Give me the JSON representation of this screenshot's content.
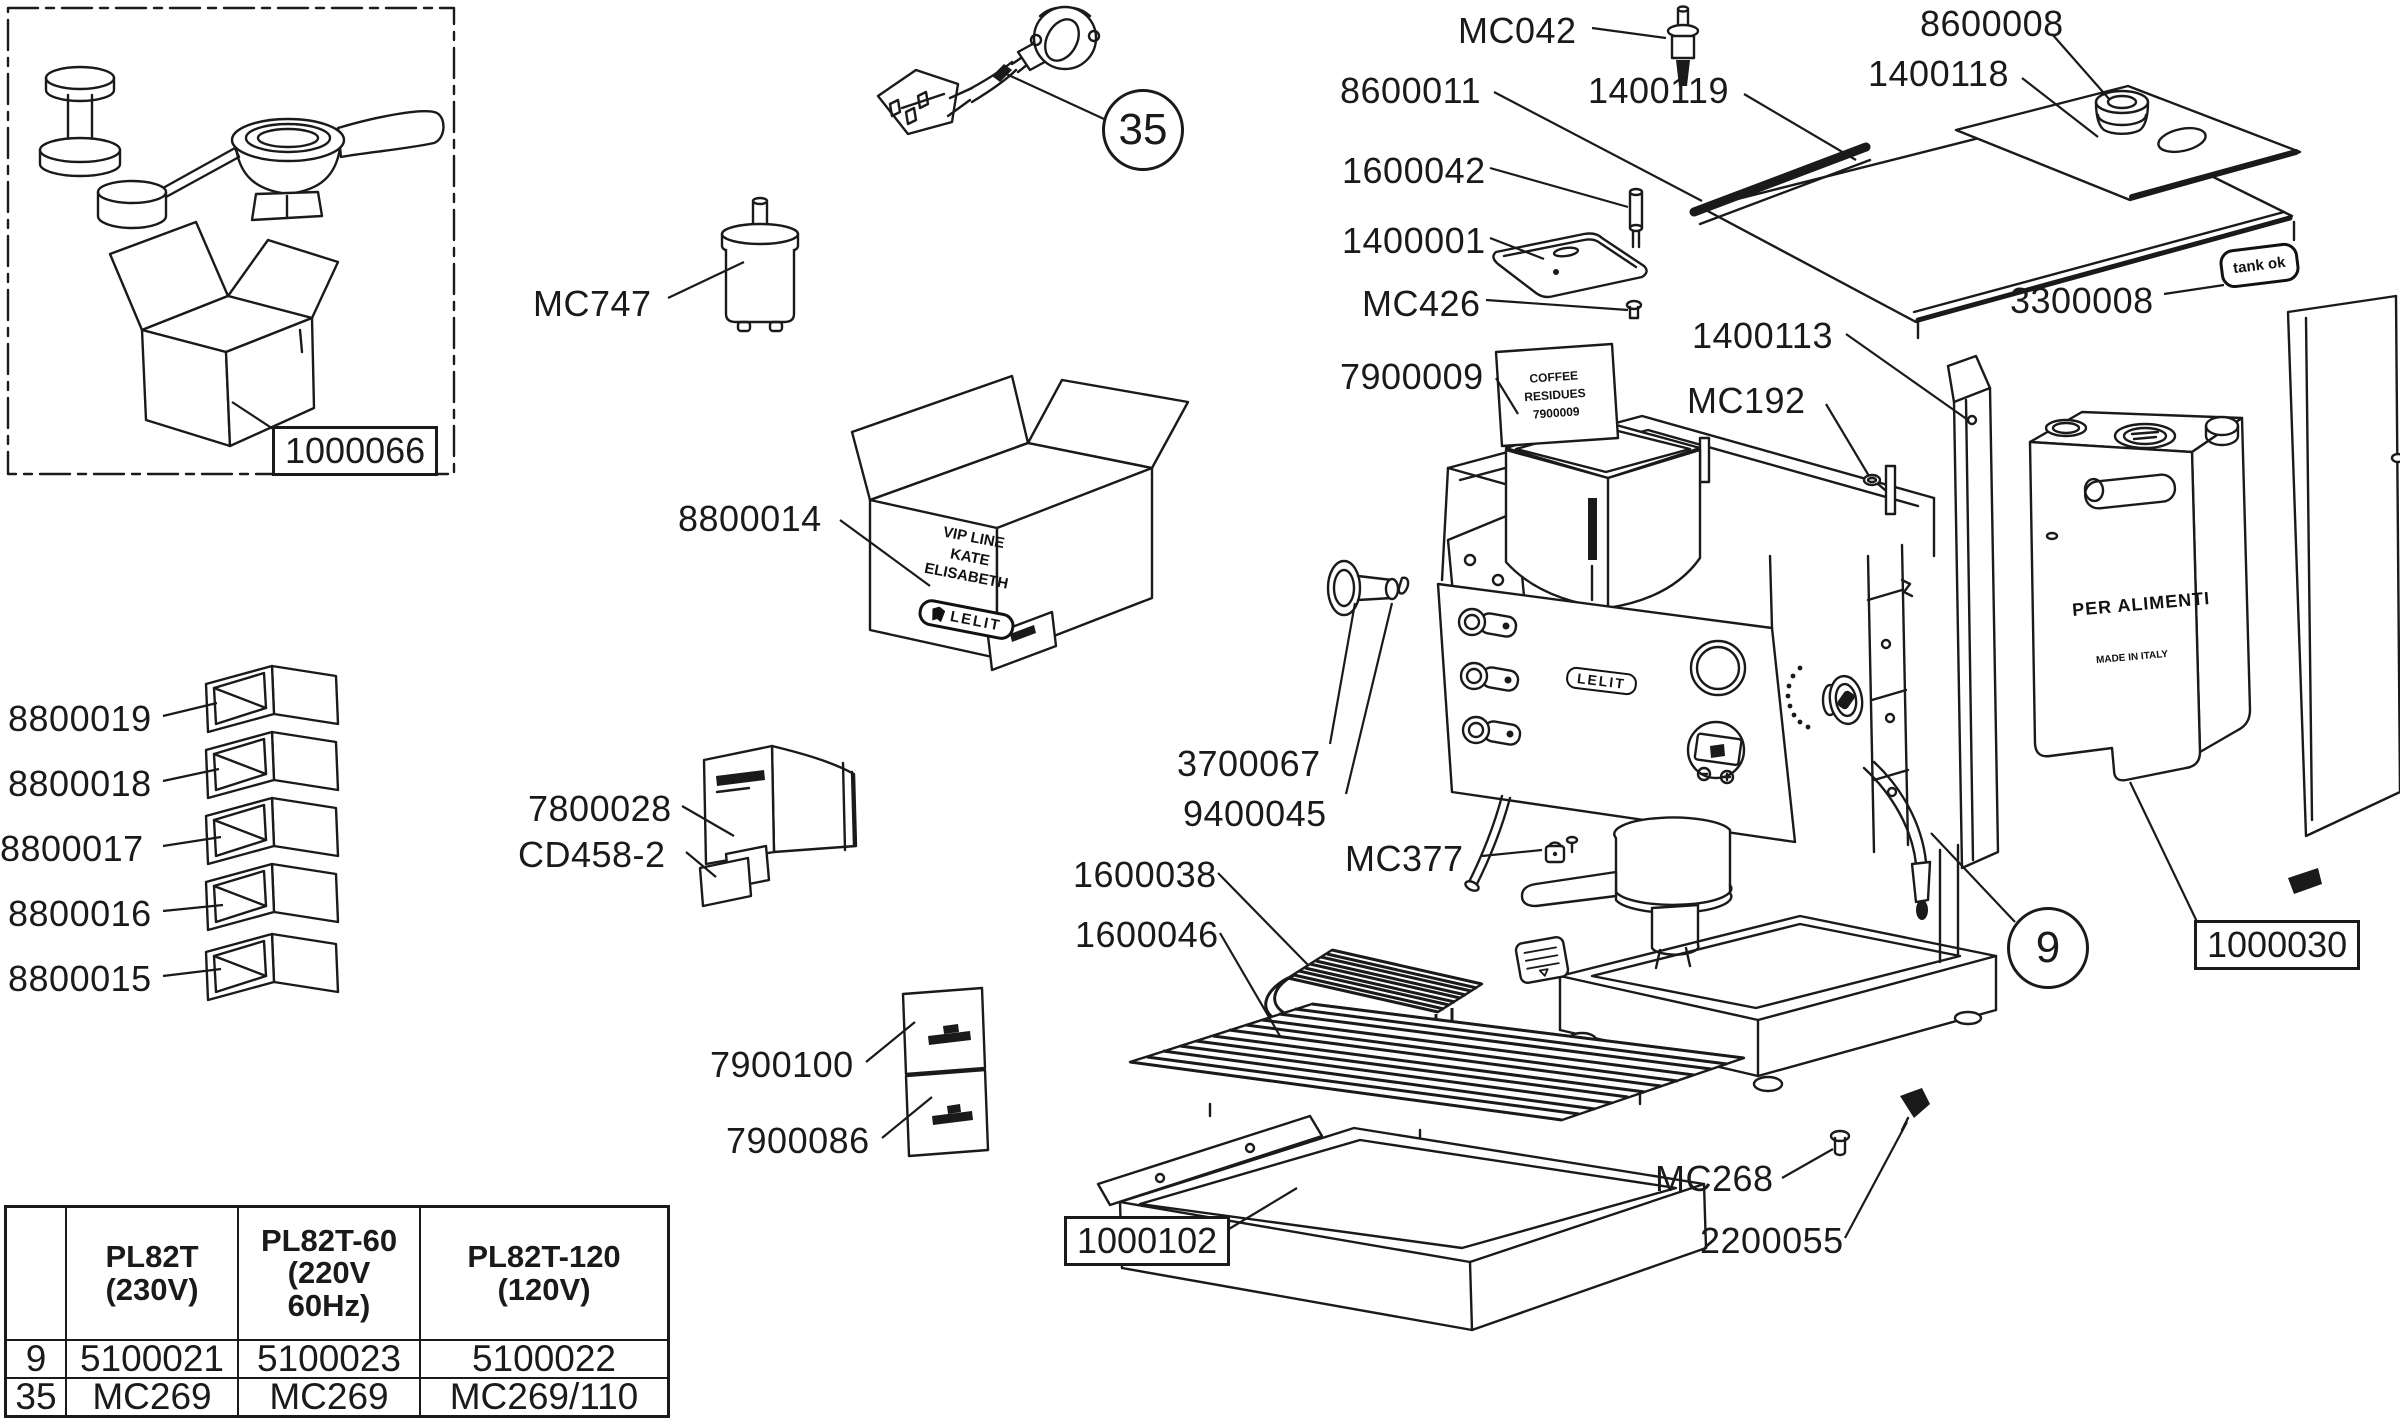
{
  "doc": {
    "type": "exploded parts diagram",
    "product": "Lelit PL82T espresso machine"
  },
  "labels": {
    "p1000066": "1000066",
    "p35": "35",
    "mc747": "MC747",
    "p8800014": "8800014",
    "p8800019": "8800019",
    "p8800018": "8800018",
    "p8800017": "8800017",
    "p8800016": "8800016",
    "p8800015": "8800015",
    "p7800028": "7800028",
    "cd458_2": "CD458-2",
    "p7900100": "7900100",
    "p7900086": "7900086",
    "mc042": "MC042",
    "p8600008": "8600008",
    "p8600011": "8600011",
    "p1400119": "1400119",
    "p1400118": "1400118",
    "p1600042": "1600042",
    "p1400001": "1400001",
    "mc426": "MC426",
    "p3300008": "3300008",
    "tank_ok": "tank ok",
    "p1400113": "1400113",
    "p7900009": "7900009",
    "mc192": "MC192",
    "coffee_card_line1": "COFFEE RESIDUES",
    "coffee_card_line2": "7900009",
    "p3700067": "3700067",
    "p9400045": "9400045",
    "mc377": "MC377",
    "p1600038": "1600038",
    "p1600046": "1600046",
    "p1000102": "1000102",
    "mc268": "MC268",
    "p2200055": "2200055",
    "p9": "9",
    "p1000030": "1000030",
    "per_alimenti": "PER ALIMENTI",
    "made_in_italy": "MADE IN ITALY",
    "vip_line": "VIP LINE",
    "kate": "KATE",
    "elisabeth": "ELISABETH",
    "lelit_box_logo": "LELIT",
    "lelit_panel_logo": "LELIT"
  },
  "table": {
    "col_headers": [
      "",
      "PL82T (230V)",
      "PL82T-60 (220V 60Hz)",
      "PL82T-120 (120V)"
    ],
    "rows": [
      {
        "ref": "9",
        "cells": [
          "5100021",
          "5100023",
          "5100022"
        ]
      },
      {
        "ref": "35",
        "cells": [
          "MC269",
          "MC269",
          "MC269/110"
        ]
      }
    ]
  },
  "colors": {
    "ink": "#1a1a1a",
    "paper": "#ffffff"
  }
}
